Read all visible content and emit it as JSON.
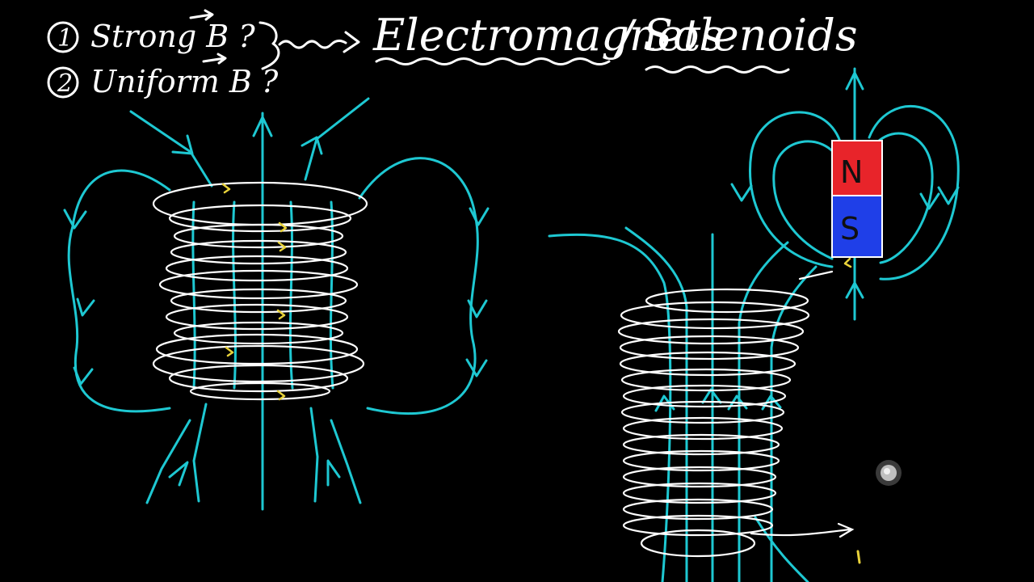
{
  "questions": [
    {
      "number": "1",
      "text": "Strong B ?"
    },
    {
      "number": "2",
      "text": "Uniform B ?"
    }
  ],
  "title": {
    "left": "Electromagnets",
    "separator": "/",
    "right": "Solenoids"
  },
  "magnet": {
    "north_label": "N",
    "south_label": "S",
    "north_color": "#e8242a",
    "south_color": "#1f3fe8"
  },
  "colors": {
    "background": "#000000",
    "chalk": "#ffffff",
    "field_lines": "#1ec8d2",
    "current_marks": "#e8d23a",
    "cursor": "#bfbfbf"
  },
  "icons": [
    "wavy-arrow-icon",
    "vector-arrow-icon",
    "pointer-dot-icon"
  ]
}
